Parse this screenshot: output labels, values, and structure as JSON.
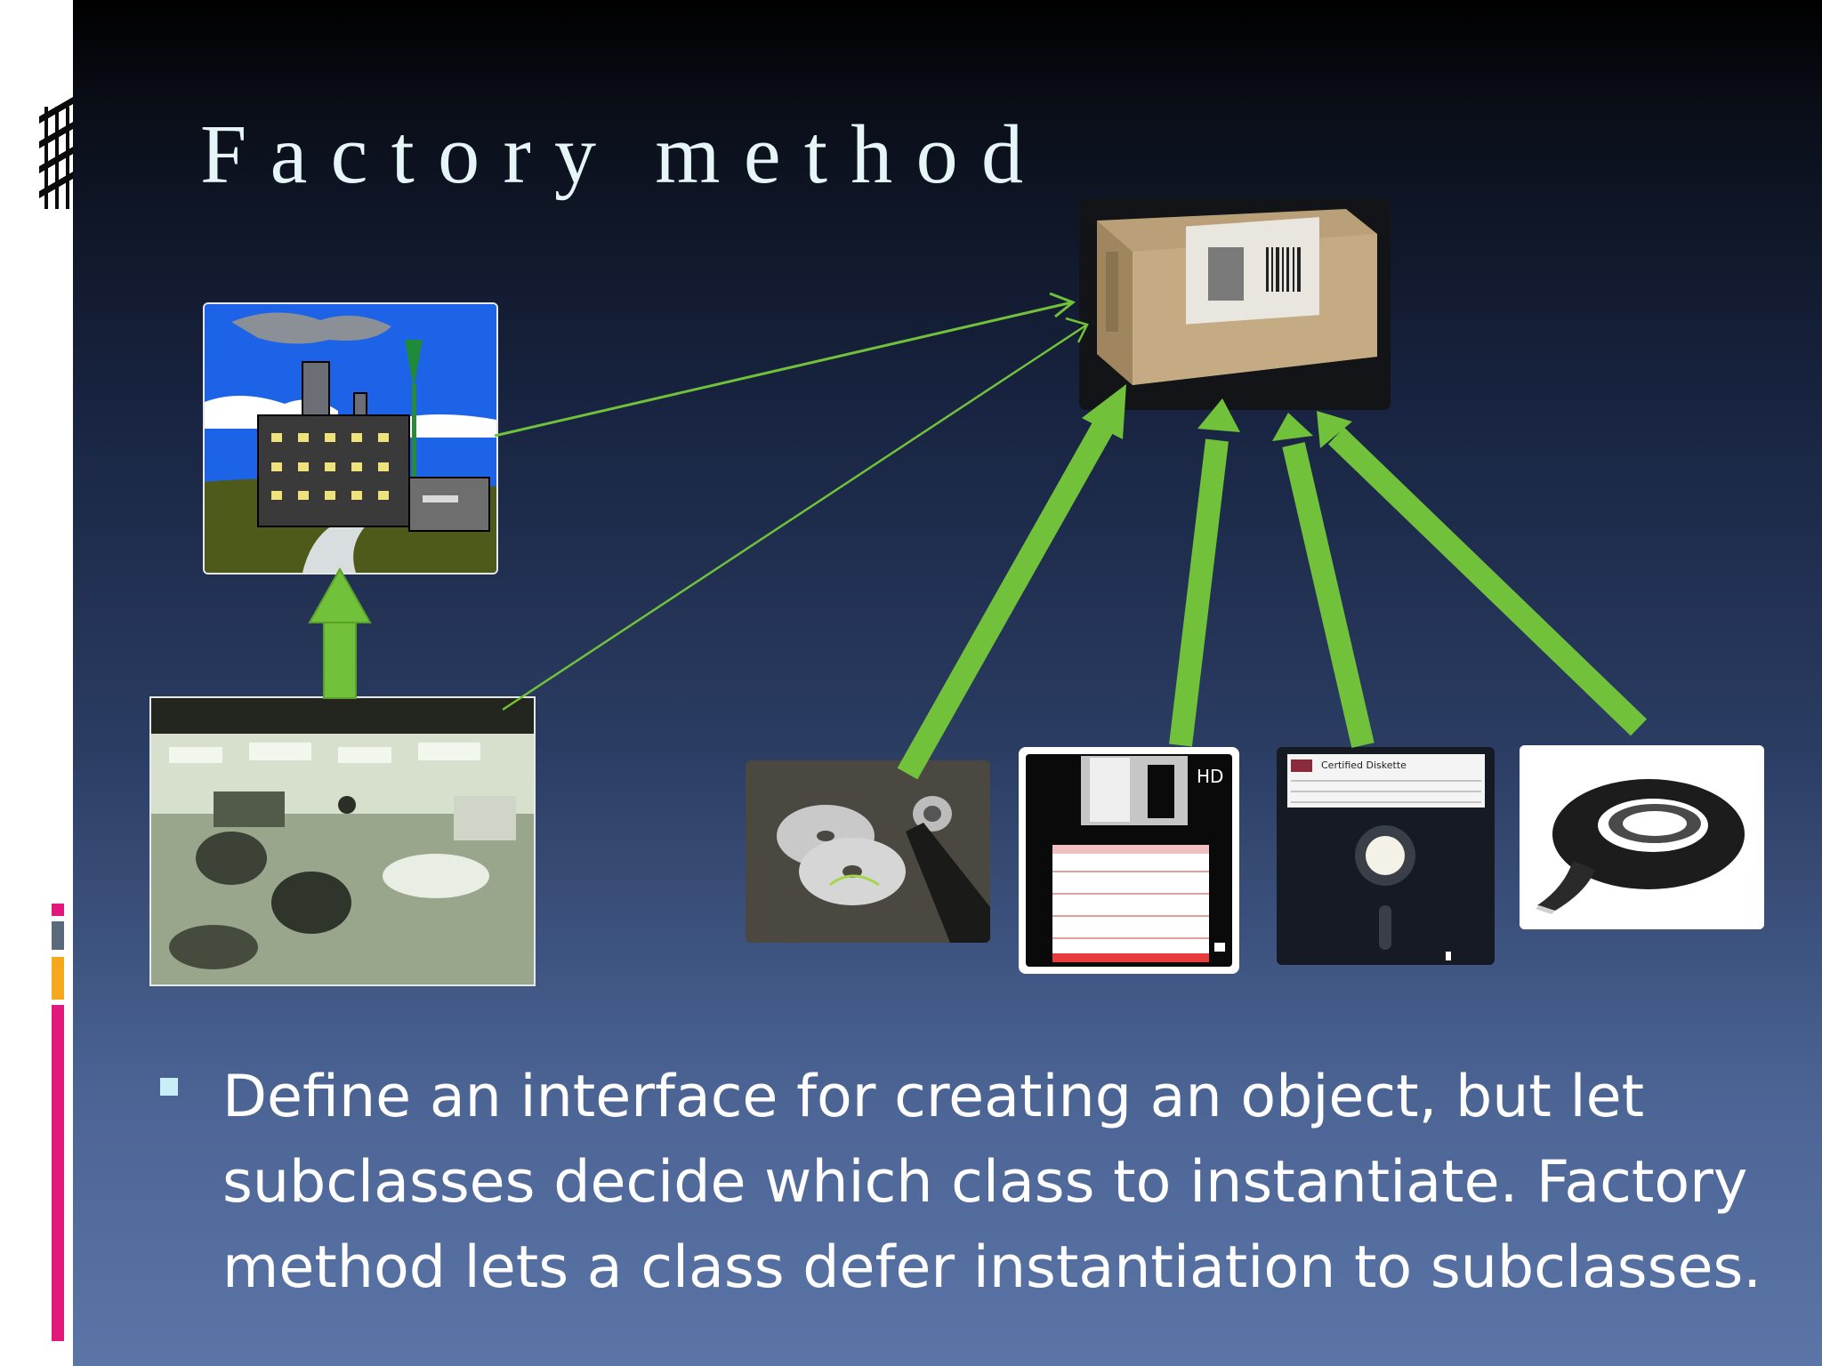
{
  "slide": {
    "title_word1": "Factory",
    "title_word2": "method",
    "bullet_text": "Define an interface for creating an object, but let subclasses decide which class to instantiate. Factory method lets a class defer instantiation to subclasses."
  },
  "images": {
    "factory": "factory-cartoon-icon",
    "assembly_line": "car-assembly-line-photo",
    "product_box": "cardboard-shipping-box-photo",
    "products": [
      "cd-discs-photo",
      "floppy-3-5-disk-icon",
      "floppy-8-inch-disk-icon",
      "magnetic-tape-reel-photo"
    ]
  },
  "colors": {
    "arrow_green": "#72c13a",
    "accent_pink": "#e0197a",
    "accent_orange": "#f4a81c",
    "accent_gray": "#5a6a7a",
    "title_color": "#e6f5f8"
  }
}
